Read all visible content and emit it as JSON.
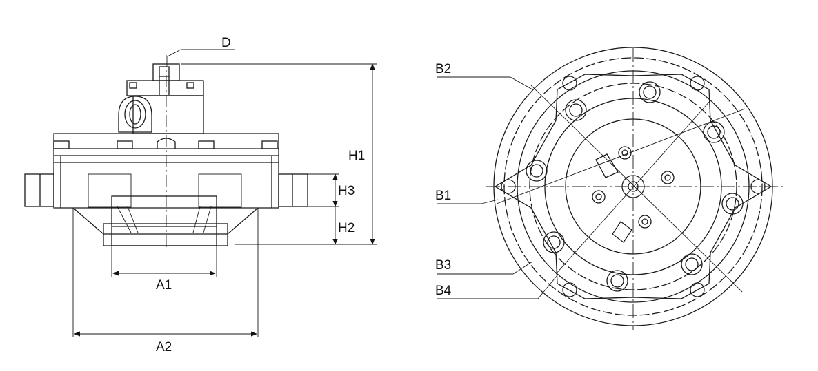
{
  "side_view": {
    "labels": {
      "D": "D",
      "H1": "H1",
      "H2": "H2",
      "H3": "H3",
      "A1": "A1",
      "A2": "A2"
    }
  },
  "top_view": {
    "labels": {
      "B1": "B1",
      "B2": "B2",
      "B3": "B3",
      "B4": "B4"
    }
  },
  "colors": {
    "line": "#1a1a1a",
    "background": "#ffffff"
  }
}
